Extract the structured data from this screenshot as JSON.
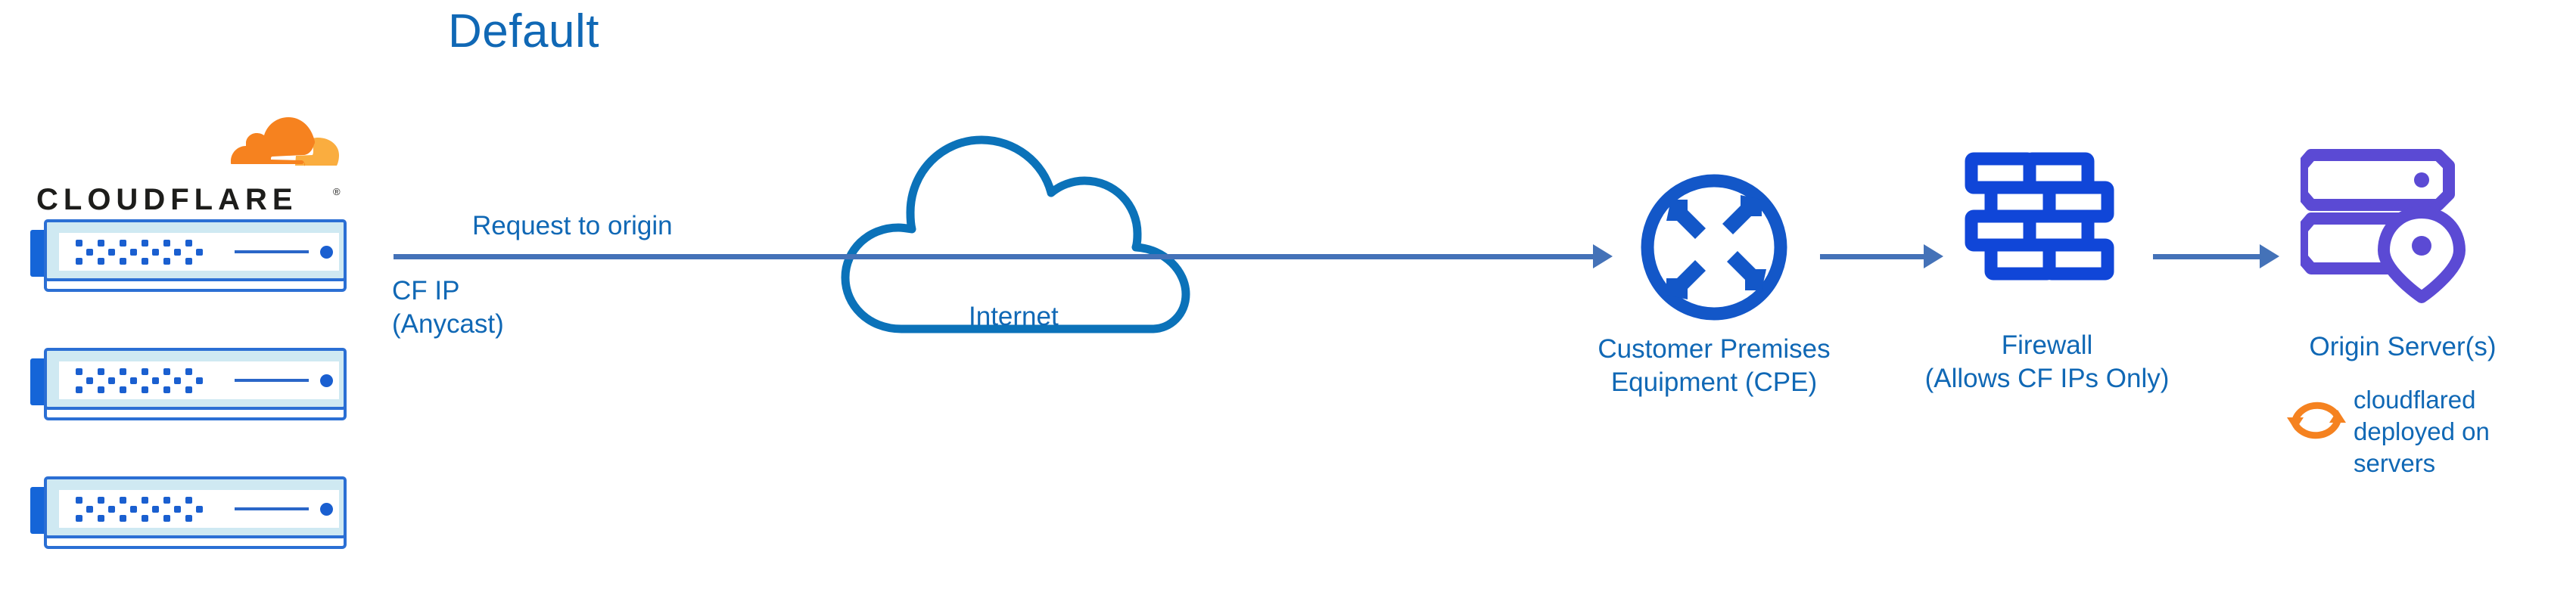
{
  "diagram": {
    "title": "Default",
    "kind": "network-architecture-flow"
  },
  "brand": {
    "name": "CLOUDFLARE",
    "trademark": "®",
    "logo_icon": "cloudflare-cloud-icon",
    "colors": {
      "orange_primary": "#f6821f",
      "orange_light": "#faad3f",
      "wordmark": "#1d1d1b"
    }
  },
  "source": {
    "name": "cloudflare-edge-servers",
    "server_count": 3,
    "server_icon": "server-rack-icon",
    "labels": {
      "cf_ip": "CF IP\n(Anycast)",
      "cf_ip_line1": "CF IP",
      "cf_ip_line2": "(Anycast)"
    },
    "colors": {
      "frame": "#2b6fd4",
      "inner": "#cfe9f2",
      "tab": "#1565d8",
      "dot": "#1a5fd0"
    }
  },
  "flow": {
    "request_label": "Request to origin",
    "arrow_color": "#4472b8",
    "steps": [
      {
        "id": "internet",
        "label": "Internet",
        "icon": "cloud-icon",
        "color": "#0b72b9"
      },
      {
        "id": "cpe",
        "label": "Customer Premises Equipment (CPE)",
        "label_line1": "Customer Premises",
        "label_line2": "Equipment (CPE)",
        "icon": "router-four-arrows-icon",
        "color": "#1357c8"
      },
      {
        "id": "firewall",
        "label": "Firewall (Allows CF IPs Only)",
        "label_line1": "Firewall",
        "label_line2": "(Allows CF IPs Only)",
        "icon": "brick-wall-icon",
        "color": "#1046d8"
      },
      {
        "id": "origin",
        "label": "Origin Server(s)",
        "icon": "server-location-pin-icon",
        "color": "#5b4ad4"
      }
    ]
  },
  "annotation": {
    "cloudflared": {
      "icon": "sync-refresh-icon",
      "icon_color": "#f58220",
      "text": "cloudflared deployed on servers",
      "line1": "cloudflared",
      "line2": "deployed on",
      "line3": "servers"
    }
  },
  "palette": {
    "title_blue": "#1068b5",
    "label_blue": "#1068b5",
    "arrow_blue": "#4472b8",
    "cloud_blue": "#0b72b9",
    "router_blue": "#1357c8",
    "firewall_blue": "#1046d8",
    "origin_purple": "#5b4ad4",
    "cloudflared_orange": "#f58220",
    "background": "#ffffff"
  }
}
